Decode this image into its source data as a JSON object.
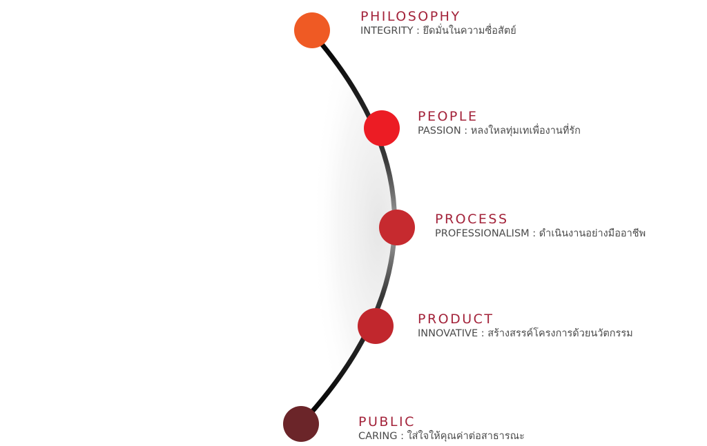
{
  "colors": {
    "title": "#a3233a",
    "description": "#4a4a4a",
    "arc_dark": "#000000",
    "arc_light": "#9a9a9a"
  },
  "nodes": [
    {
      "title": "PHILOSOPHY",
      "description": "INTEGRITY : ยึดมั่นในความซื่อสัตย์",
      "color": "#ef5a24"
    },
    {
      "title": "PEOPLE",
      "description": "PASSION : หลงใหลทุ่มเทเพื่องานที่รัก",
      "color": "#ec1c24"
    },
    {
      "title": "PROCESS",
      "description": "PROFESSIONALISM : ดำเนินงานอย่างมืออาชีพ",
      "color": "#c62a2f"
    },
    {
      "title": "PRODUCT",
      "description": "INNOVATIVE : สร้างสรรค์โครงการด้วยนวัตกรรม",
      "color": "#c1272d"
    },
    {
      "title": "PUBLIC",
      "description": "CARING : ใส่ใจให้คุณค่าต่อสาธารณะ",
      "color": "#6b2529"
    }
  ]
}
